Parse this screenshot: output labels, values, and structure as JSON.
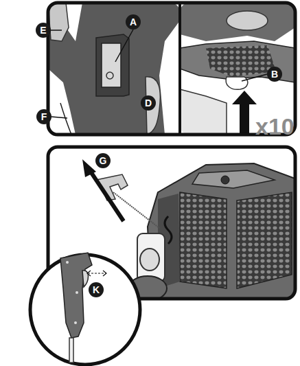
{
  "diagram": {
    "labels": [
      "E",
      "A",
      "B",
      "F",
      "D",
      "x10",
      "G",
      "K"
    ]
  }
}
